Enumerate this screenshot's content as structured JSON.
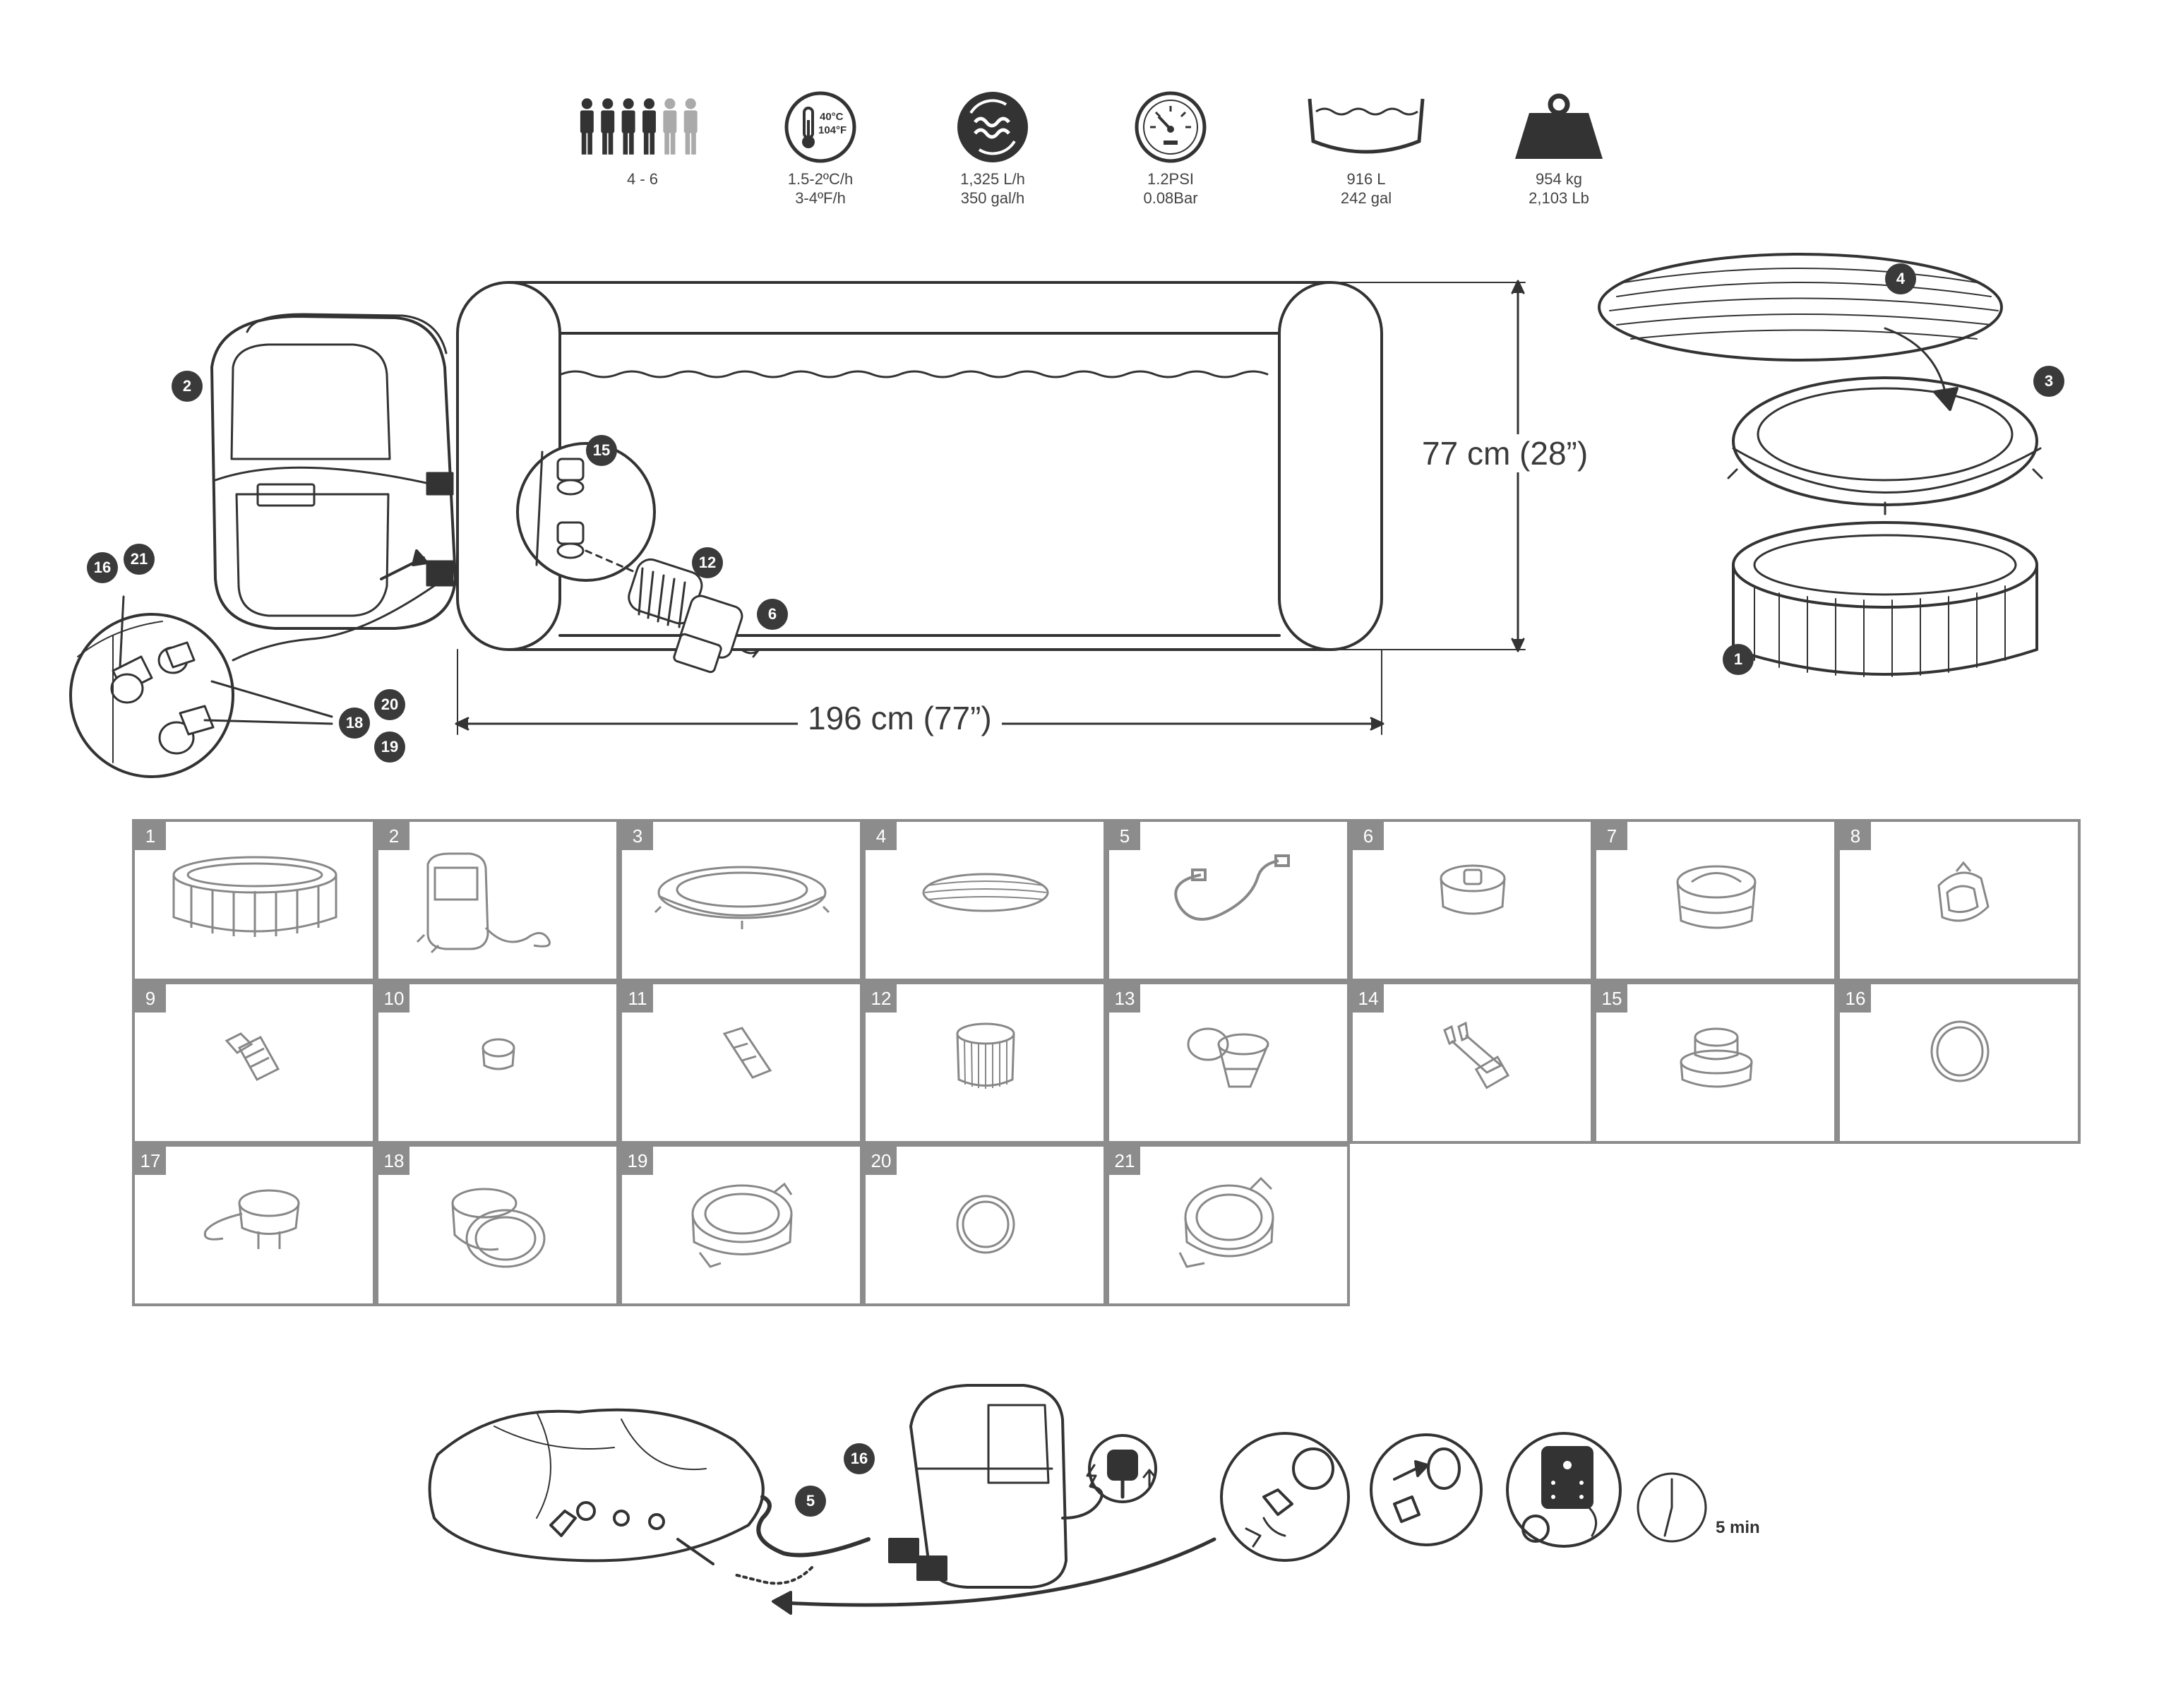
{
  "specs": [
    {
      "icon": "people-icon",
      "line1": "4 - 6",
      "line2": ""
    },
    {
      "icon": "thermometer-icon",
      "line1": "1.5-2ºC/h",
      "line2": "3-4ºF/h",
      "badge_c": "40°C",
      "badge_f": "104°F"
    },
    {
      "icon": "water-flow-icon",
      "line1": "1,325 L/h",
      "line2": "350 gal/h"
    },
    {
      "icon": "pressure-gauge-icon",
      "line1": "1.2PSI",
      "line2": "0.08Bar"
    },
    {
      "icon": "water-volume-icon",
      "line1": "916 L",
      "line2": "242 gal"
    },
    {
      "icon": "weight-icon",
      "line1": "954 kg",
      "line2": "2,103 Lb"
    }
  ],
  "dimensions": {
    "height": "77 cm (28”)",
    "width": "196 cm (77”)"
  },
  "callouts": {
    "c1": "1",
    "c2": "2",
    "c3": "3",
    "c4": "4",
    "c6": "6",
    "c12": "12",
    "c15": "15",
    "c16": "16",
    "c21": "21",
    "c18": "18",
    "c20": "20",
    "c19": "19"
  },
  "parts": [
    "1",
    "2",
    "3",
    "4",
    "5",
    "6",
    "7",
    "8",
    "9",
    "10",
    "11",
    "12",
    "13",
    "14",
    "15",
    "16",
    "17",
    "18",
    "19",
    "20",
    "21"
  ],
  "setup": {
    "c5": "5",
    "c16": "16",
    "timer": "5 min"
  }
}
